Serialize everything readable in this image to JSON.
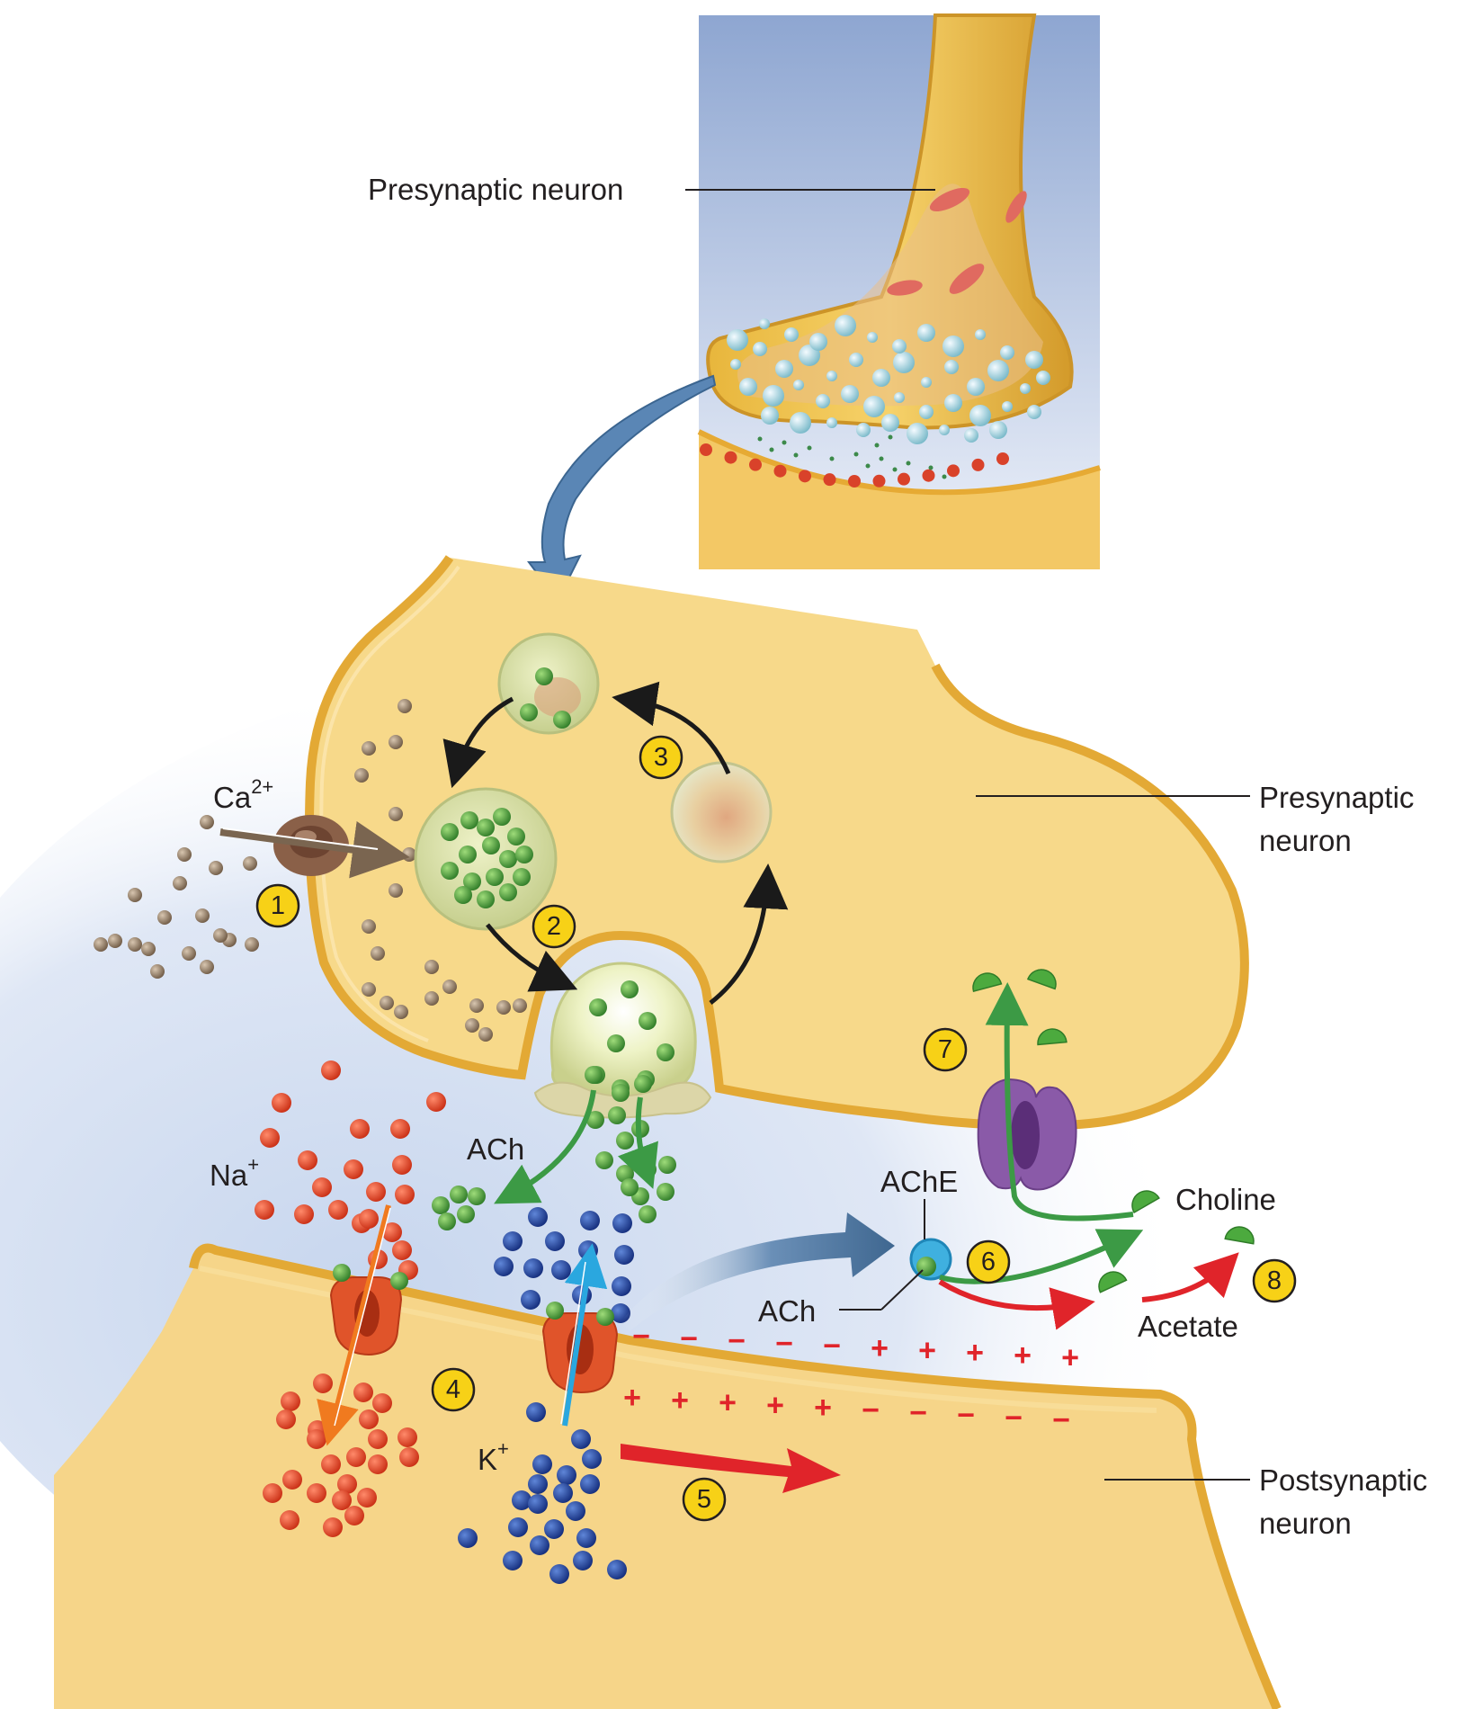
{
  "labels": {
    "presynaptic_inset": "Presynaptic neuron",
    "presynaptic_main_line1": "Presynaptic",
    "presynaptic_main_line2": "neuron",
    "postsynaptic_line1": "Postsynaptic",
    "postsynaptic_line2": "neuron",
    "calcium": "Ca",
    "calcium_charge": "2+",
    "sodium": "Na",
    "sodium_charge": "+",
    "potassium": "K",
    "potassium_charge": "+",
    "ach_release": "ACh",
    "ache": "AChE",
    "ach_bound": "ACh",
    "choline": "Choline",
    "acetate": "Acetate"
  },
  "steps": [
    "1",
    "2",
    "3",
    "4",
    "5",
    "6",
    "7",
    "8"
  ],
  "membrane_charges": {
    "outer": [
      "−",
      "−",
      "−",
      "−",
      "−",
      "+",
      "+",
      "+",
      "+",
      "+"
    ],
    "inner": [
      "+",
      "+",
      "+",
      "+",
      "+",
      "−",
      "−",
      "−",
      "−",
      "−"
    ]
  },
  "colors": {
    "cytoplasm": "#f7d98a",
    "membrane": "#e8b23a",
    "sodium": "#e0401f",
    "potassium": "#1f3f9a",
    "acetylcholine": "#4a9e3a",
    "calcium": "#8a7560",
    "step_badge": "#f7d117",
    "arrow_blue": "#4f7fb0",
    "arrow_red": "#e0242a",
    "arrow_green": "#3c9a45",
    "channel_red": "#e0542a",
    "channel_purple": "#8a5aa8",
    "ache": "#3fb0df"
  }
}
